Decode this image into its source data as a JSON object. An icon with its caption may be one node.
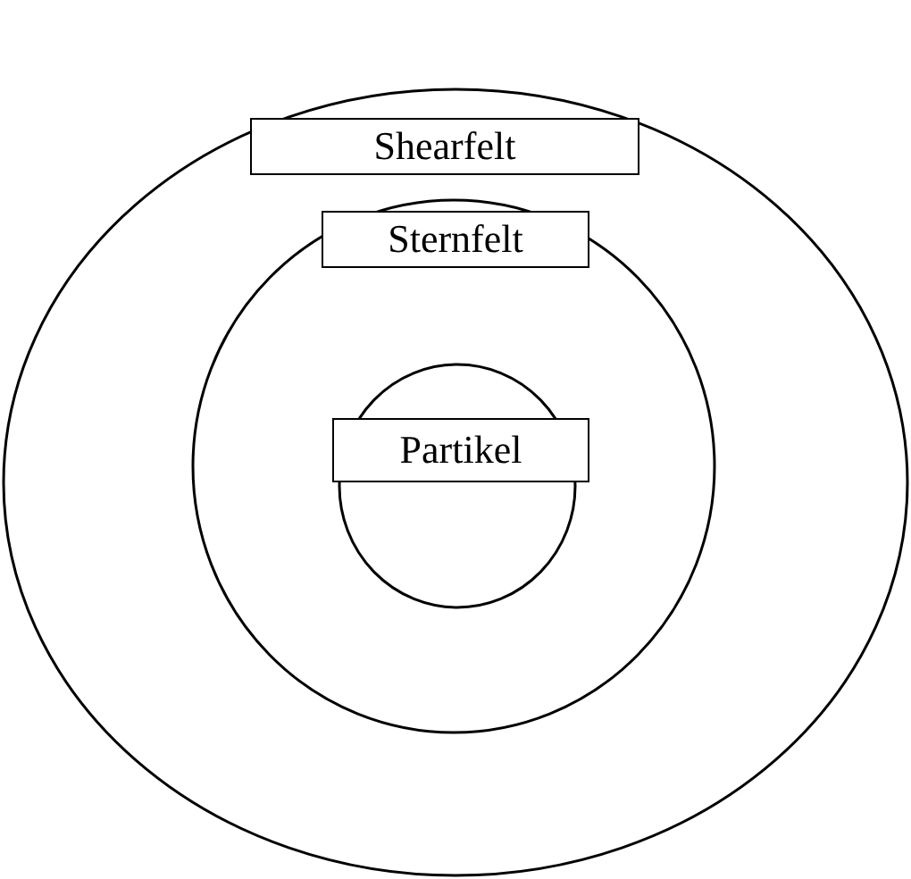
{
  "diagram": {
    "nodes": [
      {
        "text": [
          "Shearfelt"
        ]
      },
      {
        "text": [
          "Sternfelt"
        ],
        "in": 0
      },
      {
        "text": [
          "Partikel"
        ],
        "in": 1
      }
    ]
  }
}
